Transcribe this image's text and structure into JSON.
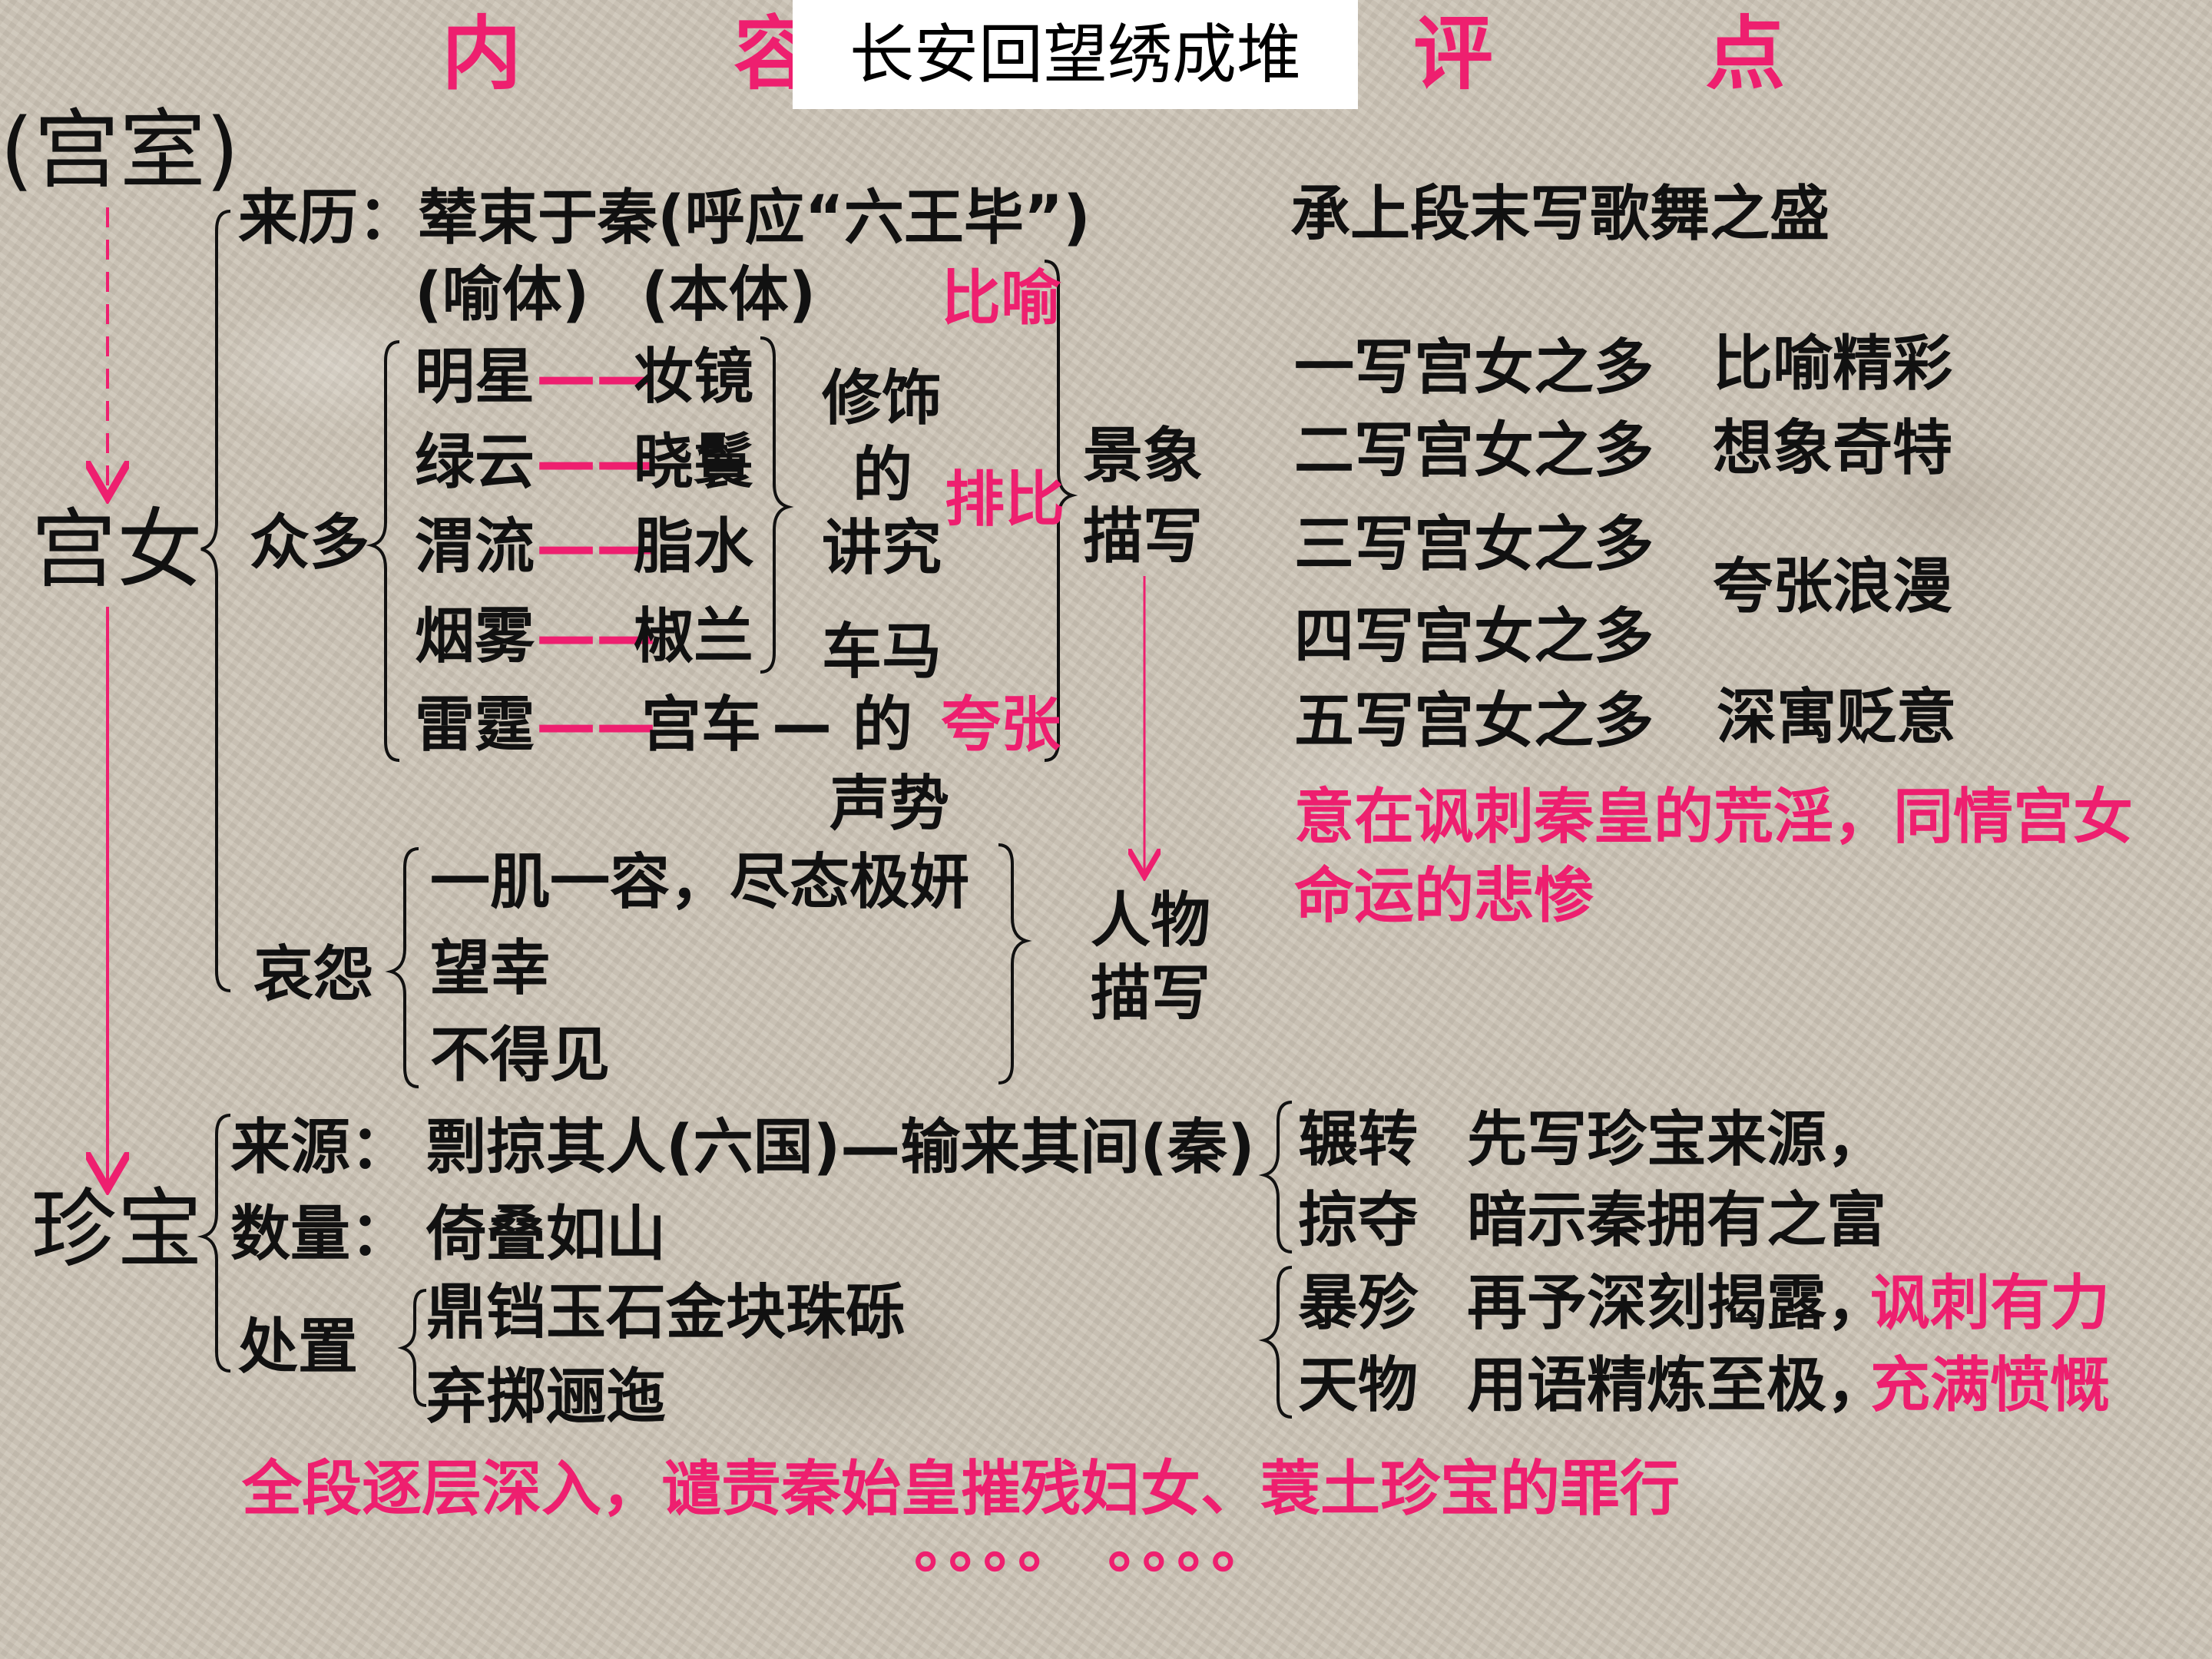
{
  "header": {
    "left": "内 容",
    "title": "长安回望绣成堆",
    "right": "评 点"
  },
  "left_col": {
    "gongshi": "(宫室)",
    "gongnv": "宫女",
    "zhenbao": "珍宝"
  },
  "gongnv": {
    "laili": "来历：辇束于秦(呼应“六王毕”)",
    "yuti": "(喻体)",
    "benti": "(本体)",
    "zhongduo": "众多",
    "pairs": [
      {
        "vehicle": "明星",
        "tenor": "妆镜"
      },
      {
        "vehicle": "绿云",
        "tenor": "晓鬟"
      },
      {
        "vehicle": "渭流",
        "tenor": "脂水"
      },
      {
        "vehicle": "烟雾",
        "tenor": "椒兰"
      },
      {
        "vehicle": "雷霆",
        "tenor": "宫车"
      }
    ],
    "dash": "——",
    "dash_short": "—",
    "xiushi": [
      "修饰",
      "的",
      "讲究"
    ],
    "chema": [
      "车马",
      "的",
      "声势"
    ],
    "rhetoric": [
      "比喻",
      "排比",
      "夸张"
    ],
    "jingxiang": [
      "景象",
      "描写"
    ],
    "aiyuan": "哀怨",
    "aiyuan_items": [
      "一肌一容，尽态极妍",
      "望幸",
      "不得见"
    ],
    "renwu": [
      "人物",
      "描写"
    ]
  },
  "zhenbao": {
    "laiyuan": "来源：",
    "laiyuan_text": "剽掠其人(六国)—输来其间(秦)",
    "shuliang": "数量：",
    "shuliang_text": "倚叠如山",
    "chuzhi": "处置",
    "chuzhi_items": [
      "鼎铛玉石金块珠砾",
      "弃掷逦迤"
    ]
  },
  "comments": {
    "top": "承上段末写歌舞之盛",
    "xie": [
      "一写宫女之多",
      "二写宫女之多",
      "三写宫女之多",
      "四写宫女之多",
      "五写宫女之多"
    ],
    "ping": [
      "比喻精彩",
      "想象奇特",
      "夸张浪漫",
      "深寓贬意"
    ],
    "intent": [
      "意在讽刺秦皇的荒淫，同情宫女",
      "命运的悲惨"
    ],
    "pairs_a": [
      "辗转",
      "掠夺"
    ],
    "pairs_b": [
      "暴殄",
      "天物"
    ],
    "notes_a": [
      "先写珍宝来源，",
      "暗示秦拥有之富"
    ],
    "notes_b": [
      "再予深刻揭露，",
      "用语精炼至极，"
    ],
    "notes_b_pink": [
      "讽刺有力",
      "充满愤慨"
    ]
  },
  "summary": "全段逐层深入，谴责秦始皇摧残妇女、蓑土珍宝的罪行",
  "summary_dots": "。。。。 。。。。",
  "colors": {
    "accent": "#ee1f6f",
    "text": "#111111",
    "paper": "#cdc5b7"
  }
}
